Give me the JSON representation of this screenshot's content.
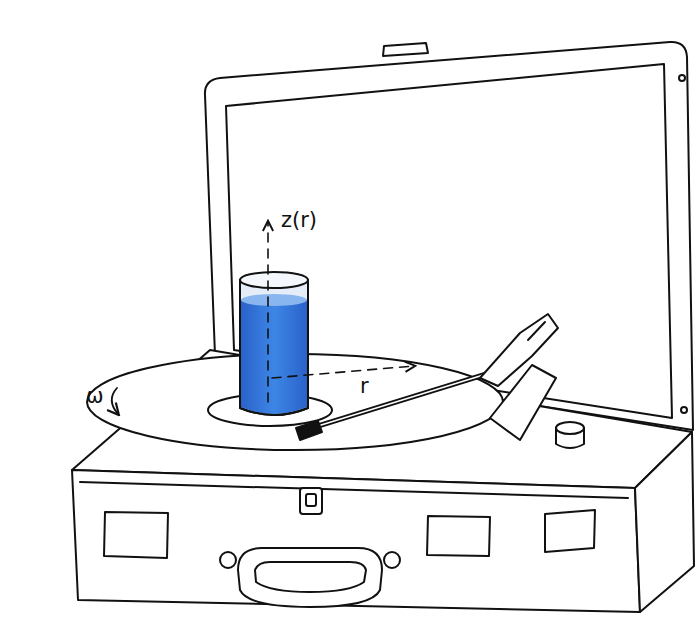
{
  "diagram": {
    "labels": [
      "z(r)",
      "r",
      "ω"
    ]
  }
}
